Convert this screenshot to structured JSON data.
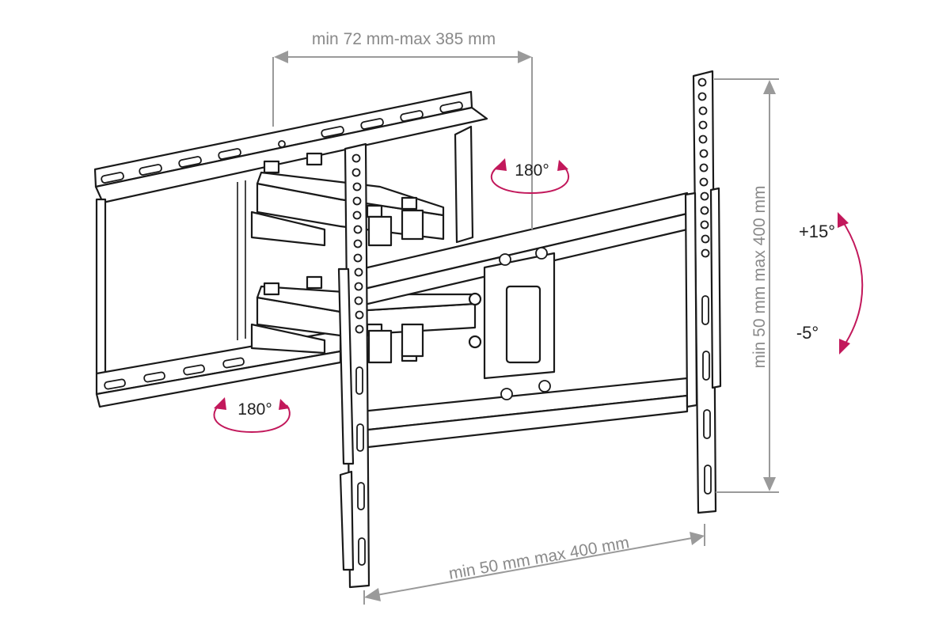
{
  "dimensions": {
    "wall_plate_width": "min 72 mm-max 385 mm",
    "vertical_vesa": "min 50 mm max 400 mm",
    "horizontal_vesa": "min 50 mm max 400 mm"
  },
  "rotations": {
    "swivel_top": "180°",
    "swivel_bottom": "180°"
  },
  "tilt": {
    "up": "+15°",
    "down": "-5°"
  },
  "colors": {
    "line": "#1a1a1a",
    "dimension": "#8a8a8a",
    "accent": "#c2185b"
  }
}
